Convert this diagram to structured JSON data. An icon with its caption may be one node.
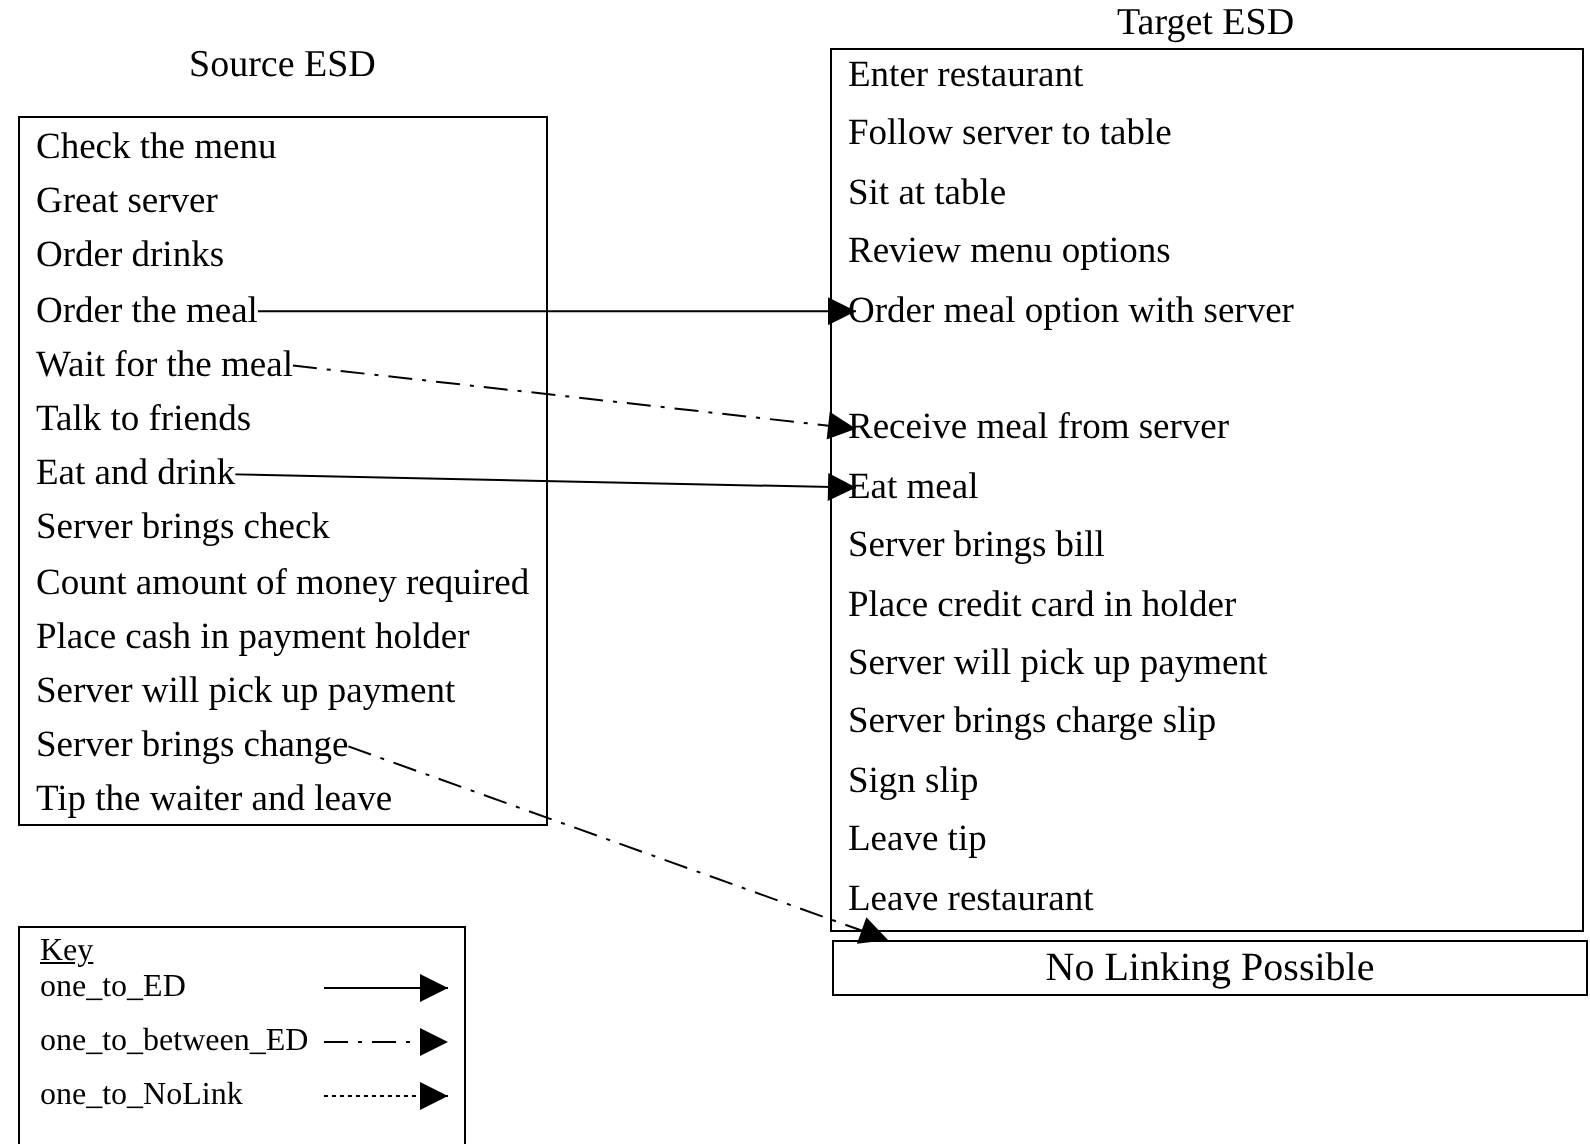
{
  "diagram": {
    "nodes": [
      {
        "text": [
          "Source ESD"
        ]
      },
      {
        "text": [
          "Check the menu"
        ],
        "in": 0
      },
      {
        "text": [
          "Great server"
        ],
        "in": 0
      },
      {
        "text": [
          "Order drinks"
        ],
        "in": 0
      },
      {
        "text": [
          "Order the meal"
        ],
        "in": 0
      },
      {
        "text": [
          "Wait for the meal"
        ],
        "in": 0
      },
      {
        "text": [
          "Talk to friends"
        ],
        "in": 0
      },
      {
        "text": [
          "Eat and drink"
        ],
        "in": 0
      },
      {
        "text": [
          "Server brings check"
        ],
        "in": 0
      },
      {
        "text": [
          "Count amount of money required"
        ],
        "in": 0
      },
      {
        "text": [
          "Place cash in payment holder"
        ],
        "in": 0
      },
      {
        "text": [
          "Server will pick up payment"
        ],
        "in": 0
      },
      {
        "text": [
          "Server brings change"
        ],
        "in": 0
      },
      {
        "text": [
          "Tip the waiter and leave"
        ],
        "in": 0
      },
      {
        "text": [
          "Target ESD"
        ]
      },
      {
        "text": [
          "Enter restaurant"
        ],
        "in": 14
      },
      {
        "text": [
          "Follow server to table"
        ],
        "in": 14
      },
      {
        "text": [
          "Sit at table"
        ],
        "in": 14
      },
      {
        "text": [
          "Review menu options"
        ],
        "in": 14
      },
      {
        "text": [
          "Order meal option with server"
        ],
        "in": 14
      },
      {
        "text": [
          "Receive meal from server"
        ],
        "in": 14
      },
      {
        "text": [
          "Eat meal"
        ],
        "in": 14
      },
      {
        "text": [
          "Server brings bill"
        ],
        "in": 14
      },
      {
        "text": [
          "Place credit card in holder"
        ],
        "in": 14
      },
      {
        "text": [
          "Server will pick up payment"
        ],
        "in": 14
      },
      {
        "text": [
          "Server brings charge slip"
        ],
        "in": 14
      },
      {
        "text": [
          "Sign slip"
        ],
        "in": 14
      },
      {
        "text": [
          "Leave tip"
        ],
        "in": 14
      },
      {
        "text": [
          "Leave restaurant"
        ],
        "in": 14
      },
      {
        "text": [
          "No Linking Possible"
        ]
      }
    ],
    "edges": [
      {
        "from": 4,
        "to": 19,
        "arrow": "to"
      },
      {
        "from": 5,
        "to": 20,
        "arrow": "to",
        "style": "dashed"
      },
      {
        "from": 7,
        "to": 21,
        "arrow": "to"
      },
      {
        "from": 12,
        "to": 29,
        "arrow": "to",
        "style": "dashed"
      }
    ],
    "labels": [
      "Key"
    ],
    "legend": [
      {
        "text": "one_to_ED"
      },
      {
        "text": "one_to_between_ED"
      },
      {
        "text": "one_to_NoLink"
      }
    ]
  }
}
